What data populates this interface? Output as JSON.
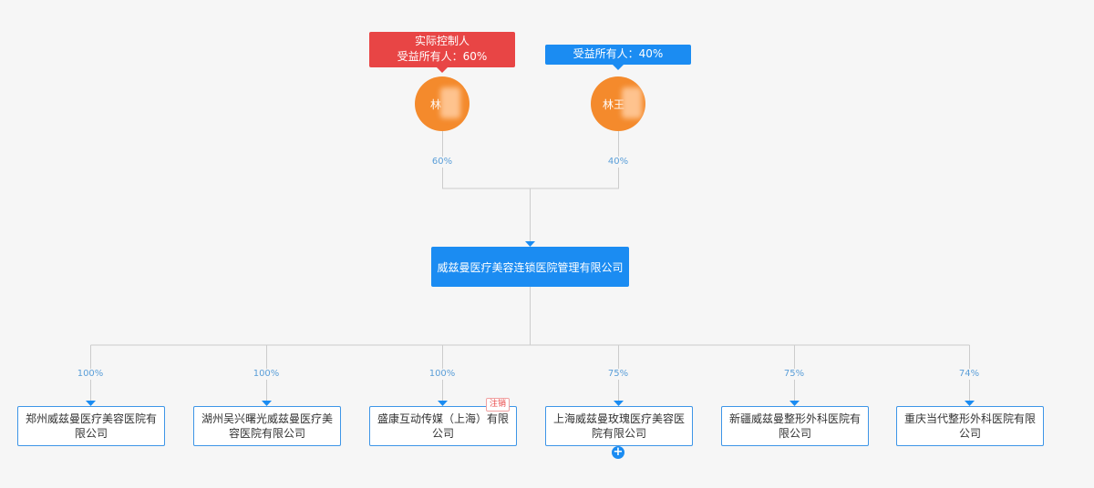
{
  "colors": {
    "controller_tag": "#e84545",
    "beneficiary_tag": "#1b8cf2",
    "person_node": "#f48a2c",
    "company_node": "#1b8cf2",
    "child_border": "#3d95e7",
    "connector": "#cccccc",
    "percent_text": "#5a9ed8"
  },
  "shareholders": [
    {
      "tag_line1": "实际控制人",
      "tag_line2": "受益所有人：60%",
      "name": "林",
      "share_pct": "60%"
    },
    {
      "tag_line1": "",
      "tag_line2": "受益所有人：40%",
      "name": "林王",
      "share_pct": "40%"
    }
  ],
  "company": {
    "name": "威兹曼医疗美容连锁医院管理有限公司"
  },
  "subsidiaries": [
    {
      "name": "郑州威兹曼医疗美容医院有限公司",
      "share_pct": "100%"
    },
    {
      "name": "湖州吴兴曙光威兹曼医疗美容医院有限公司",
      "share_pct": "100%"
    },
    {
      "name": "盛康互动传媒（上海）有限公司",
      "share_pct": "100%",
      "status_badge": "注销"
    },
    {
      "name": "上海威兹曼玫瑰医疗美容医院有限公司",
      "share_pct": "75%",
      "expand_icon": "plus-icon"
    },
    {
      "name": "新疆威兹曼整形外科医院有限公司",
      "share_pct": "75%"
    },
    {
      "name": "重庆当代整形外科医院有限公司",
      "share_pct": "74%"
    }
  ]
}
